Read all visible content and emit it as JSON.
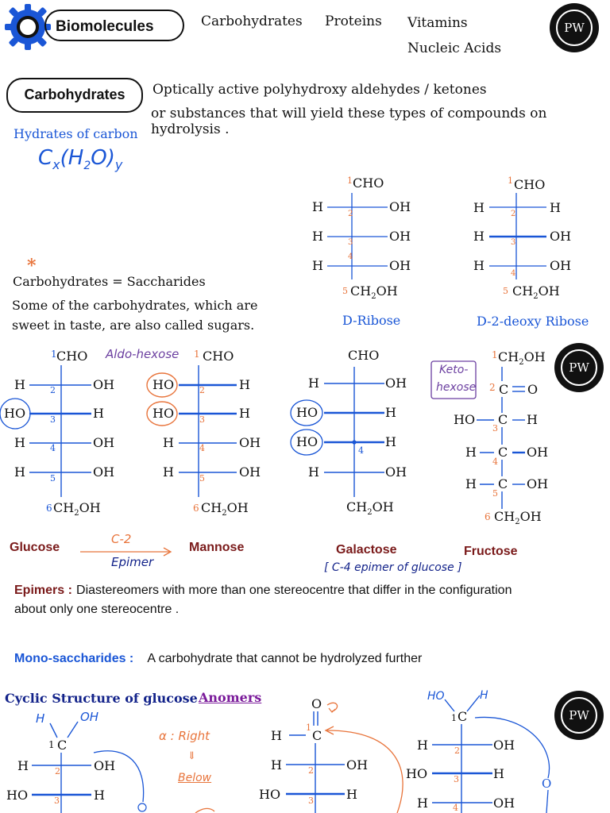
{
  "header": {
    "badge": "Biomolecules",
    "nav": [
      "Carbohydrates",
      "Proteins",
      "Vitamins",
      "Nucleic Acids"
    ],
    "logo": "PW"
  },
  "section": {
    "badge": "Carbohydrates",
    "def_line1": "Optically active polyhydroxy aldehydes / ketones",
    "def_line2": "or substances that will yield these types of compounds on hydrolysis .",
    "hydrates": "Hydrates of carbon",
    "formula": "Cx(H2O)y",
    "star": "*",
    "saccharides": "Carbohydrates = Saccharides",
    "sweet_line1": "Some of the carbohydrates, which are",
    "sweet_line2": "sweet in taste, are also called sugars."
  },
  "ribose": {
    "top": "CHO",
    "rows": [
      [
        "H",
        "OH"
      ],
      [
        "H",
        "OH"
      ],
      [
        "H",
        "OH"
      ]
    ],
    "bottom": "CH2OH",
    "name": "D-Ribose",
    "nums": [
      "1",
      "2",
      "3",
      "4",
      "5"
    ]
  },
  "deoxyribose": {
    "top": "CHO",
    "rows": [
      [
        "H",
        "H"
      ],
      [
        "H",
        "OH"
      ],
      [
        "H",
        "OH"
      ]
    ],
    "bottom": "CH2OH",
    "name": "D-2-deoxy Ribose",
    "nums": [
      "1",
      "2",
      "3",
      "4",
      "5"
    ]
  },
  "hexoses": {
    "aldo_note": "Aldo-hexose",
    "glucose": {
      "top": "CHO",
      "rows": [
        [
          "H",
          "OH"
        ],
        [
          "HO",
          "H"
        ],
        [
          "H",
          "OH"
        ],
        [
          "H",
          "OH"
        ]
      ],
      "bottom": "CH2OH",
      "name": "Glucose",
      "nums": [
        "1",
        "2",
        "3",
        "4",
        "5",
        "6"
      ]
    },
    "mannose": {
      "top": "CHO",
      "rows": [
        [
          "HO",
          "H"
        ],
        [
          "HO",
          "H"
        ],
        [
          "H",
          "OH"
        ],
        [
          "H",
          "OH"
        ]
      ],
      "bottom": "CH2OH",
      "name": "Mannose",
      "nums": [
        "1",
        "2",
        "3",
        "4",
        "5",
        "6"
      ]
    },
    "galactose": {
      "top": "CHO",
      "rows": [
        [
          "H",
          "OH"
        ],
        [
          "HO",
          "H"
        ],
        [
          "HO",
          "H"
        ],
        [
          "H",
          "OH"
        ]
      ],
      "bottom": "CH2OH",
      "name": "Galactose",
      "num4": "4"
    },
    "fructose": {
      "top": "CH2OH",
      "c2": "C",
      "c2_o": "O",
      "rows": [
        [
          "HO",
          "C",
          "H"
        ],
        [
          "H",
          "C",
          "OH"
        ],
        [
          "H",
          "C",
          "OH"
        ]
      ],
      "bottom": "CH2OH",
      "name": "Fructose",
      "nums": [
        "1",
        "2",
        "3",
        "4",
        "5",
        "6"
      ]
    },
    "keto_note_1": "Keto-",
    "keto_note_2": "hexose",
    "arrow_top": "C-2",
    "arrow_bottom": "Epimer",
    "galactose_note": "[ C-4 epimer of glucose ]"
  },
  "epimers": {
    "term": "Epimers :",
    "text_1": "Diastereomers with more than one stereocentre that differ in the configuration",
    "text_2": "about only one stereocentre ."
  },
  "monosaccharides": {
    "term": "Mono-saccharides :",
    "text": "A carbohydrate that cannot be hydrolyzed further"
  },
  "cyclic": {
    "title": "Cyclic Structure of glucose",
    "anomers": "Anomers",
    "alpha_note_1": "α : Right",
    "alpha_note_2": "⇓",
    "alpha_note_3": "Below",
    "s1": {
      "top_l": "H",
      "top_r": "OH",
      "c": "C",
      "num1": "1",
      "rows": [
        [
          "H",
          "OH"
        ],
        [
          "HO",
          "H"
        ]
      ],
      "nums": [
        "2",
        "3"
      ]
    },
    "s2": {
      "o": "O",
      "c": "C",
      "num1": "1",
      "h": "H",
      "rows": [
        [
          "H",
          "OH"
        ],
        [
          "HO",
          "H"
        ]
      ],
      "nums": [
        "2",
        "3"
      ]
    },
    "s3": {
      "top_l": "HO",
      "top_r": "H",
      "c": "C",
      "num1": "1",
      "rows": [
        [
          "H",
          "OH"
        ],
        [
          "HO",
          "H"
        ],
        [
          "H",
          "OH"
        ]
      ],
      "nums": [
        "2",
        "3",
        "4"
      ],
      "o": "O"
    }
  },
  "colors": {
    "blue": "#1a56d6",
    "maroon": "#7a1a1a",
    "orange": "#e8743b",
    "purple": "#6b3fa0",
    "navy": "#13238a"
  }
}
